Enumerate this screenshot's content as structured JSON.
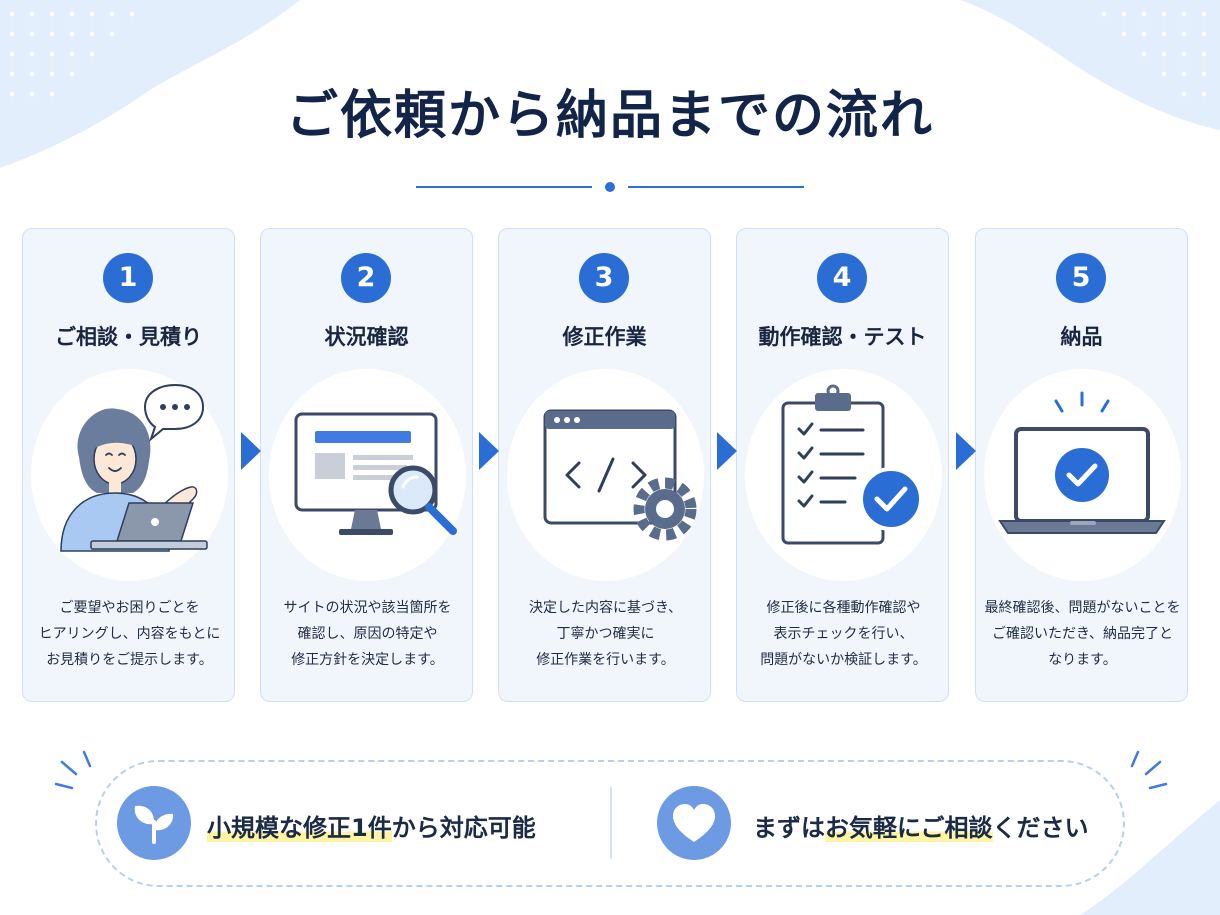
{
  "title": "ご依頼から納品までの流れ",
  "colors": {
    "accent": "#2a6dd4",
    "card_bg": "#f1f6fd",
    "card_border": "#cfe0f6",
    "highlight": "#fff4a3",
    "banner_icon": "#6d9be3"
  },
  "steps": [
    {
      "number": "1",
      "title": "ご相談・見積り",
      "icon": "consultation-person-laptop-icon",
      "description": [
        "ご要望やお困りごとを",
        "ヒアリングし、内容をもとに",
        "お見積りをご提示します。"
      ]
    },
    {
      "number": "2",
      "title": "状況確認",
      "icon": "monitor-magnifier-icon",
      "description": [
        "サイトの状況や該当箇所を",
        "確認し、原因の特定や",
        "修正方針を決定します。"
      ]
    },
    {
      "number": "3",
      "title": "修正作業",
      "icon": "code-window-gear-icon",
      "description": [
        "決定した内容に基づき、",
        "丁寧かつ確実に",
        "修正作業を行います。"
      ]
    },
    {
      "number": "4",
      "title": "動作確認・テスト",
      "icon": "clipboard-checklist-icon",
      "description": [
        "修正後に各種動作確認や",
        "表示チェックを行い、",
        "問題がないか検証します。"
      ]
    },
    {
      "number": "5",
      "title": "納品",
      "icon": "laptop-check-icon",
      "description": [
        "最終確認後、問題がないことを",
        "ご確認いただき、納品完了と",
        "なります。"
      ]
    }
  ],
  "banner": {
    "left": {
      "icon": "sprout-icon",
      "highlight": "小規模な修正1件",
      "rest": "から対応可能"
    },
    "right": {
      "icon": "heart-icon",
      "prefix": "まずは",
      "highlight": "お気軽にご相談",
      "suffix": "ください"
    }
  }
}
